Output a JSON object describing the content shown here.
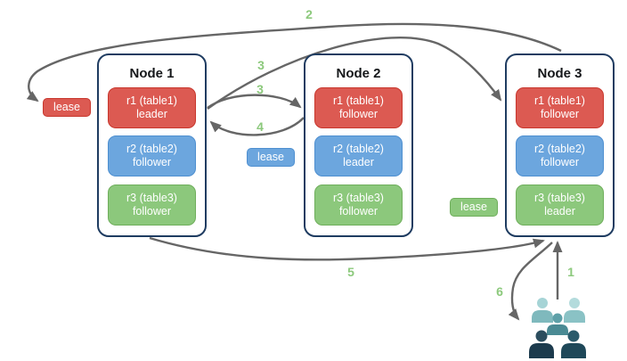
{
  "diagram_title": "raft-replication-diagram",
  "palette": {
    "red_fill": "#DC5A52",
    "red_border": "#C8372D",
    "blue_fill": "#6CA6DE",
    "blue_border": "#4E8FD0",
    "green_fill": "#8CC87C",
    "green_border": "#6FAE5C",
    "node_border": "#1F3C61",
    "arrow": "#666666",
    "step_label": "#8CC97C"
  },
  "nodes": [
    {
      "title": "Node 1",
      "replicas": [
        {
          "range": "r1 (table1)",
          "role": "leader",
          "color": "red"
        },
        {
          "range": "r2 (table2)",
          "role": "follower",
          "color": "blue"
        },
        {
          "range": "r3 (table3)",
          "role": "follower",
          "color": "green"
        }
      ]
    },
    {
      "title": "Node 2",
      "replicas": [
        {
          "range": "r1 (table1)",
          "role": "follower",
          "color": "red"
        },
        {
          "range": "r2 (table2)",
          "role": "leader",
          "color": "blue"
        },
        {
          "range": "r3 (table3)",
          "role": "follower",
          "color": "green"
        }
      ]
    },
    {
      "title": "Node 3",
      "replicas": [
        {
          "range": "r1 (table1)",
          "role": "follower",
          "color": "red"
        },
        {
          "range": "r2 (table2)",
          "role": "follower",
          "color": "blue"
        },
        {
          "range": "r3 (table3)",
          "role": "leader",
          "color": "green"
        }
      ]
    }
  ],
  "leases": [
    {
      "label": "lease",
      "color": "red"
    },
    {
      "label": "lease",
      "color": "blue"
    },
    {
      "label": "lease",
      "color": "green"
    }
  ],
  "step_labels": [
    {
      "text": "2"
    },
    {
      "text": "3"
    },
    {
      "text": "3"
    },
    {
      "text": "4"
    },
    {
      "text": "5"
    },
    {
      "text": "1"
    },
    {
      "text": "6"
    }
  ],
  "users_icon": {
    "name": "users-icon",
    "colors": {
      "back_left_head": "#A6D4D6",
      "back_left_body": "#7FB9BD",
      "back_right_head": "#B3DBDC",
      "back_right_body": "#8AC2C5",
      "mid_head": "#5EA0A8",
      "mid_body": "#4A8A94",
      "front_left_head": "#2B4D5E",
      "front_left_body": "#1C3B4D",
      "front_right_head": "#2B5A6B",
      "front_right_body": "#1F4859"
    }
  }
}
